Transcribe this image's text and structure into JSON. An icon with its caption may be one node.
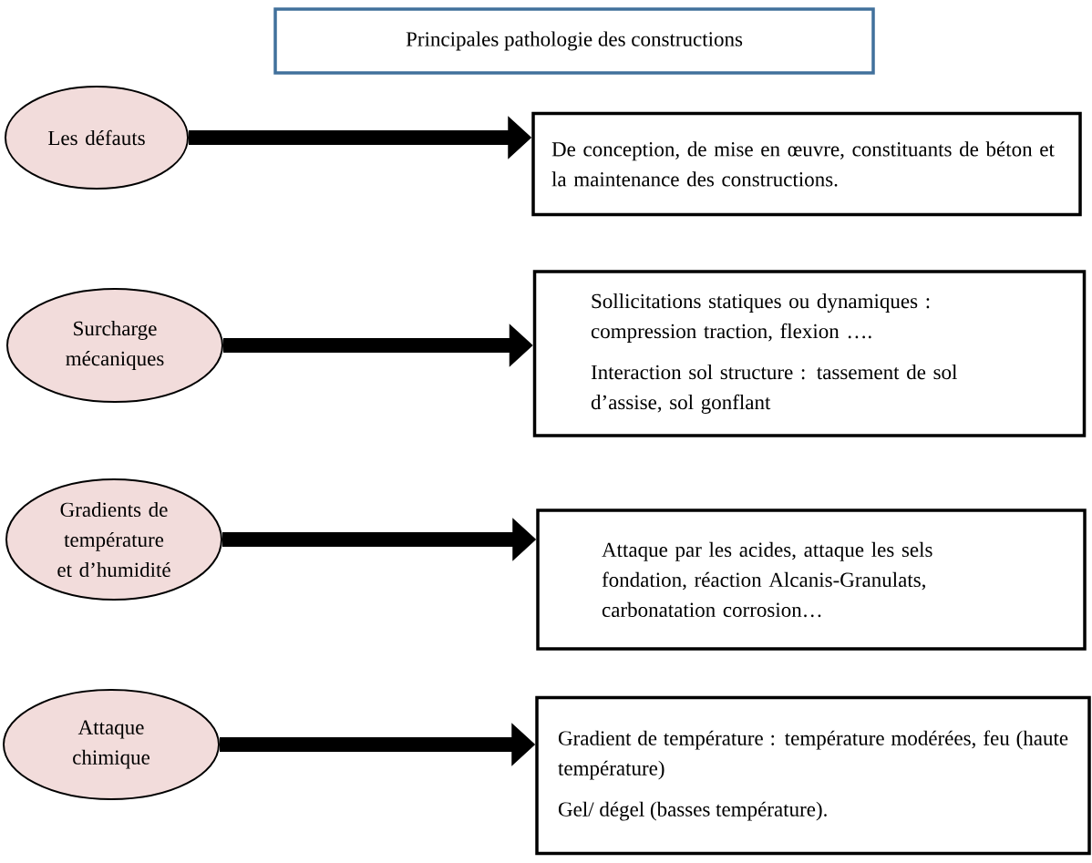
{
  "diagram": {
    "nodes": [
      {
        "text": [
          "Principales pathologie des constructions"
        ]
      },
      {
        "text": [
          "Les défauts"
        ]
      },
      {
        "text": [
          "De conception, de mise en œuvre, constituants de béton et la maintenance des constructions."
        ]
      },
      {
        "text": [
          "Surcharge mécaniques"
        ]
      },
      {
        "text": [
          "Sollicitations statiques ou dynamiques : compression traction, flexion ….",
          "Interaction sol structure : tassement de sol d’assise, sol gonflant"
        ]
      },
      {
        "text": [
          "Gradients de température et d’humidité"
        ]
      },
      {
        "text": [
          "Attaque par les acides, attaque les sels fondation, réaction Alcanis-Granulats, carbonatation corrosion…"
        ]
      },
      {
        "text": [
          "Attaque chimique"
        ]
      },
      {
        "text": [
          "Gradient de température : température modérées, feu (haute température)",
          "Gel/ dégel (basses température)."
        ]
      }
    ],
    "edges": [
      {
        "from": 1,
        "to": 2,
        "arrow": "to"
      },
      {
        "from": 3,
        "to": 4,
        "arrow": "to"
      },
      {
        "from": 5,
        "to": 6,
        "arrow": "to"
      },
      {
        "from": 7,
        "to": 8,
        "arrow": "to"
      }
    ]
  }
}
